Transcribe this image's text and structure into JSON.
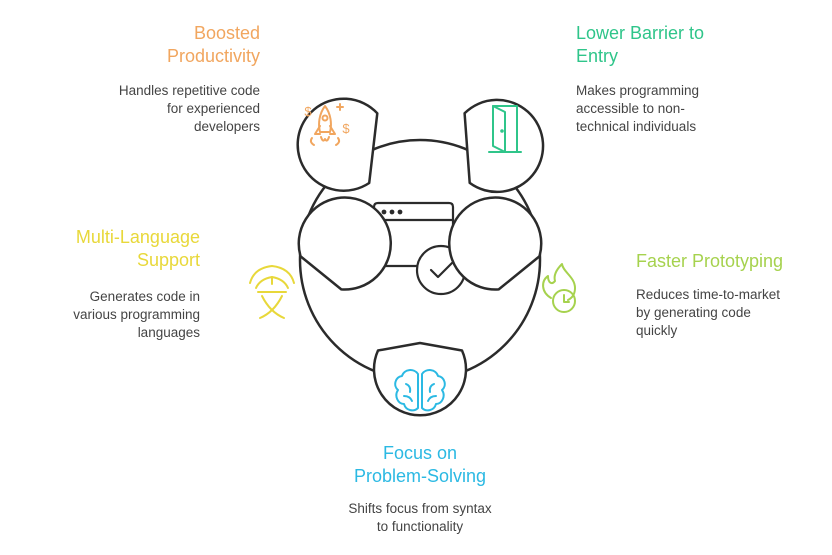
{
  "colors": {
    "outline": "#2b2b2b",
    "productivity": "#F1A65F",
    "entry": "#2FC58A",
    "prototyping": "#A6D24E",
    "multilang": "#E8D83A",
    "problem": "#2BB9E3"
  },
  "center_icon": "browser-window-check-icon",
  "items": [
    {
      "id": "productivity",
      "title": "Boosted\nProductivity",
      "description": "Handles repetitive code\nfor experienced\ndevelopers",
      "icon": "rocket-dollar-icon"
    },
    {
      "id": "entry",
      "title": "Lower Barrier to\nEntry",
      "description": "Makes programming\naccessible to non-\ntechnical individuals",
      "icon": "open-door-icon"
    },
    {
      "id": "prototyping",
      "title": "Faster Prototyping",
      "description": "Reduces time-to-market\nby generating code\nquickly",
      "icon": "fire-clock-icon"
    },
    {
      "id": "multilang",
      "title": "Multi-Language\nSupport",
      "description": "Generates code in\nvarious programming\nlanguages",
      "icon": "translate-icon"
    },
    {
      "id": "problem",
      "title": "Focus on\nProblem-Solving",
      "description": "Shifts focus from syntax\nto functionality",
      "icon": "brain-icon"
    }
  ]
}
